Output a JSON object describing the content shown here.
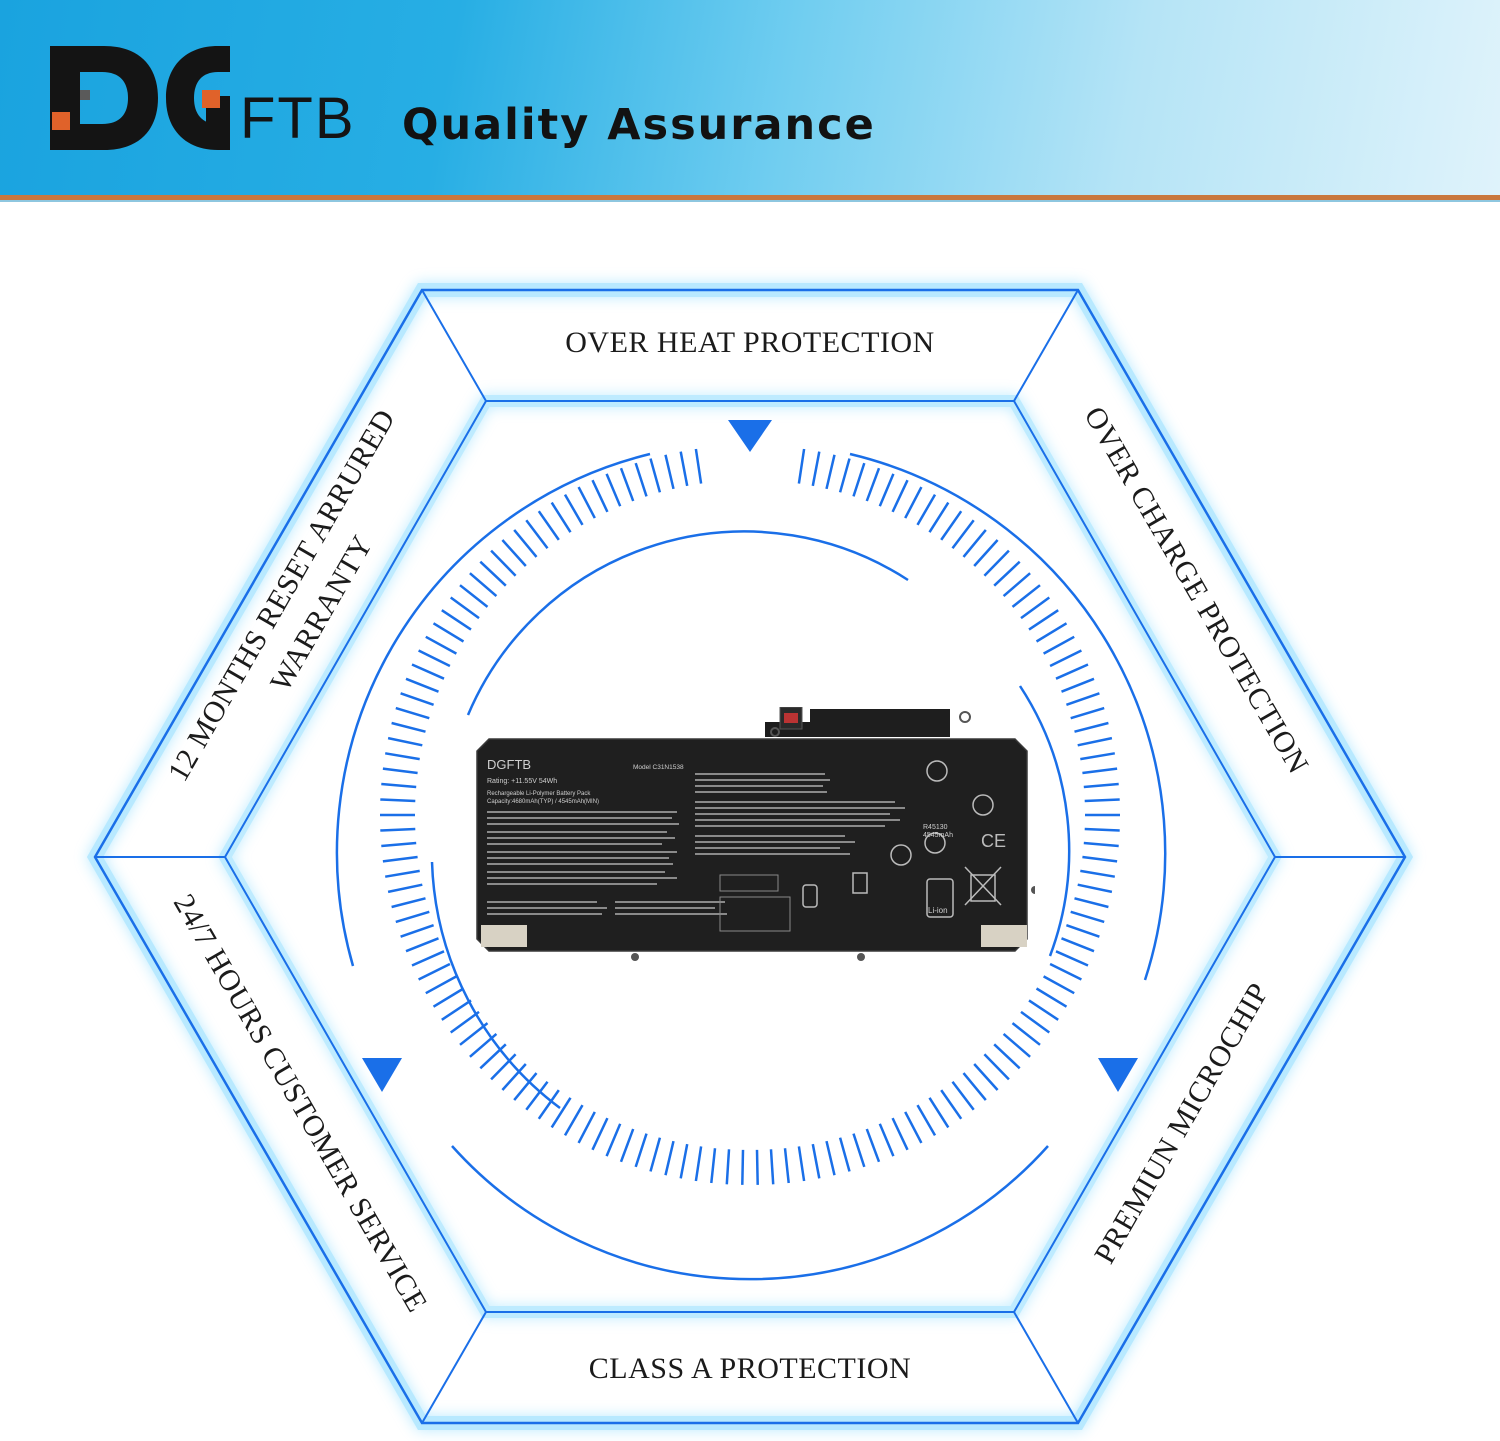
{
  "header": {
    "logo_mark": "DG",
    "logo_suffix": "FTB",
    "title": "Quality Assurance"
  },
  "hexagon": {
    "top": "OVER HEAT PROTECTION",
    "upper_right": "OVER CHARGE PROTECTION",
    "lower_right": "PREMIUN MICROCHIP",
    "bottom": "CLASS A PROTECTION",
    "lower_left": "24/7 HOURS CUSTOMER SERVICE",
    "upper_left_line1": "12 MONTHS RESET ARRURED",
    "upper_left_line2": "WARRANTY"
  },
  "battery": {
    "brand": "DGFTB",
    "model": "Model C31N1538",
    "rating": "Rating: +11.55V 54Wh",
    "type": "Rechargeable Li-Polymer Battery Pack",
    "capacity": "Capacity:4680mAh(TYP) / 4545mAh(MIN)",
    "cert_code": "R45130",
    "cert_mah": "4545mAh",
    "cell_type": "Li-ion"
  },
  "colors": {
    "accent_blue": "#1a6fe8",
    "header_blue": "#1aa3df",
    "header_rule": "#c9773d",
    "logo_orange": "#e0622a"
  }
}
